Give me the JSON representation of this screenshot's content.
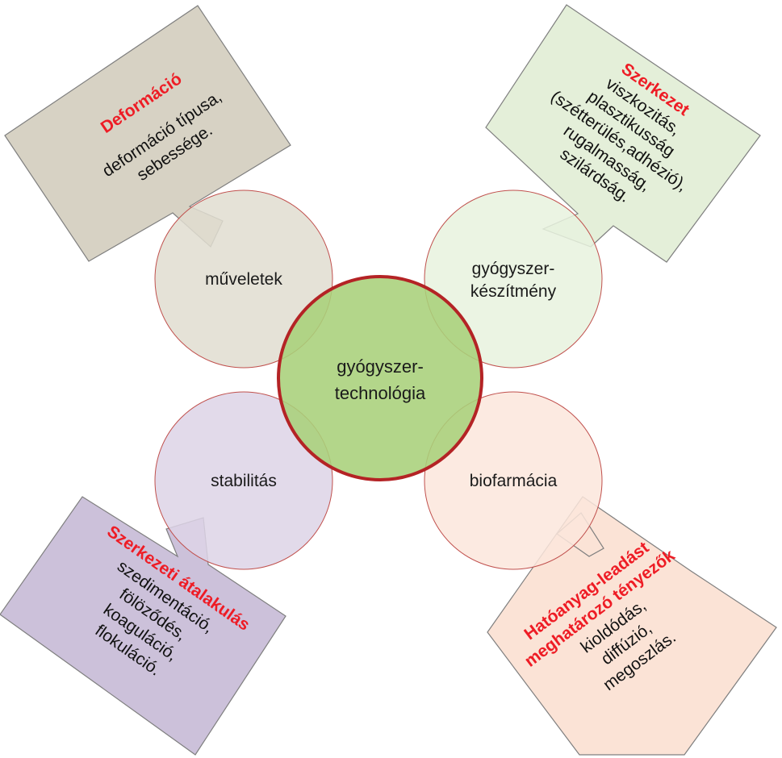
{
  "center": {
    "lines": [
      "gyógyszer-",
      "technológia"
    ],
    "fill": "#a9d07a",
    "stroke": "#b42325"
  },
  "satellites": {
    "muveletek": {
      "lines": [
        "műveletek"
      ],
      "fill": "#e1ddd0"
    },
    "keszitmeny": {
      "lines": [
        "gyógyszer-",
        "készítmény"
      ],
      "fill": "#e8f2de"
    },
    "stabilitas": {
      "lines": [
        "stabilitás"
      ],
      "fill": "#ddd4e6"
    },
    "biofarmacia": {
      "lines": [
        "biofarmácia"
      ],
      "fill": "#fbe6dc"
    }
  },
  "callouts": {
    "deformacio": {
      "title": "Deformáció",
      "lines": [
        "deformáció típusa,",
        "sebessége."
      ],
      "fill": "#d7d2c4"
    },
    "szerkezet": {
      "title": "Szerkezet",
      "lines": [
        "viszkozitás,",
        "plasztikusság",
        "(szétterülés,adhézió),",
        "rugalmasság,",
        "szilárdság."
      ],
      "fill": "#e4efd9"
    },
    "atalakulas": {
      "title": "Szerkezeti átalakulás",
      "lines": [
        "szedimentáció,",
        "fölöződés,",
        "koaguláció,",
        "flokuláció."
      ],
      "fill": "#ccc1da"
    },
    "hatoanyag": {
      "title": [
        "Hatóanyag-leadást",
        "meghatározó tényezők"
      ],
      "lines": [
        "kioldódás,",
        "diffúzió,",
        "megoszlás."
      ],
      "fill": "#fbe3d6"
    }
  },
  "colors": {
    "satellite_stroke": "#c0504d",
    "callout_stroke": "#7f7f7f",
    "title_red": "#ee1c25"
  }
}
